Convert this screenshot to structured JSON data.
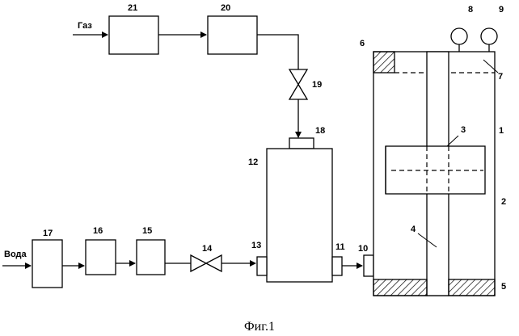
{
  "labels": {
    "gas": "Газ",
    "water": "Вода",
    "n1": "1",
    "n2": "2",
    "n3": "3",
    "n4": "4",
    "n5": "5",
    "n6": "6",
    "n7": "7",
    "n8": "8",
    "n9": "9",
    "n10": "10",
    "n11": "11",
    "n12": "12",
    "n13": "13",
    "n14": "14",
    "n15": "15",
    "n16": "16",
    "n17": "17",
    "n18": "18",
    "n19": "19",
    "n20": "20",
    "n21": "21"
  },
  "caption": "Фиг.1"
}
